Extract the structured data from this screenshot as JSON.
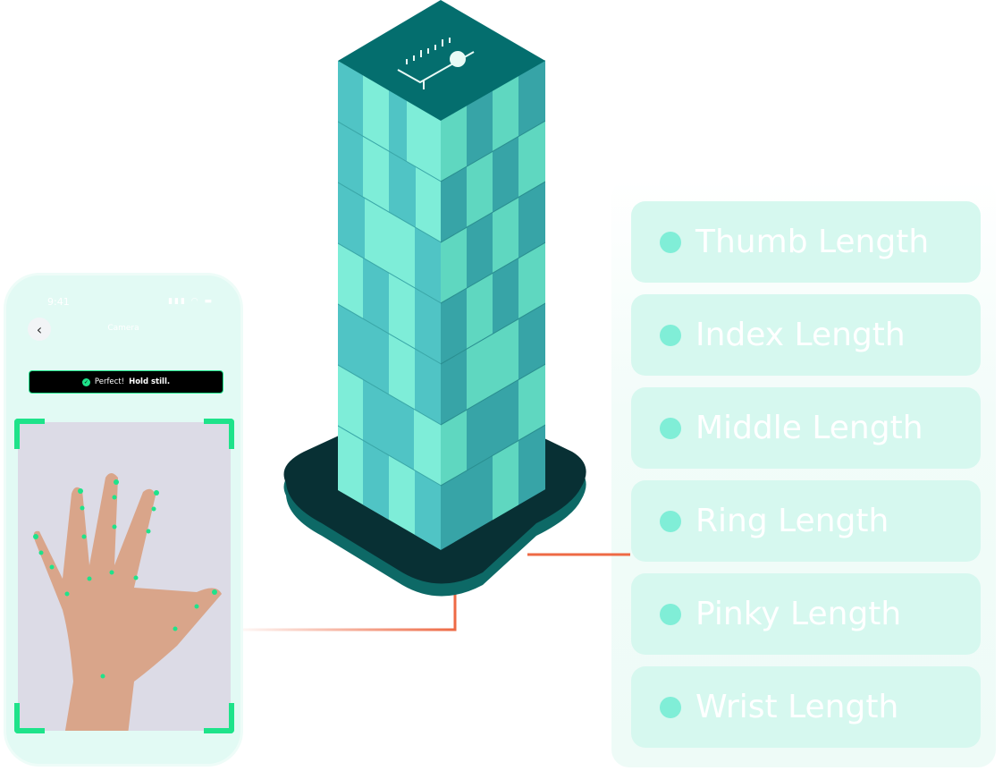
{
  "phone": {
    "status_time": "9:41",
    "nav_title": "Camera",
    "toast_prefix": "Perfect!",
    "toast_bold": "Hold still."
  },
  "measurements": [
    {
      "label": "Thumb Length"
    },
    {
      "label": "Index Length"
    },
    {
      "label": "Middle Length"
    },
    {
      "label": "Ring Length"
    },
    {
      "label": "Pinky Length"
    },
    {
      "label": "Wrist Length"
    }
  ],
  "colors": {
    "accent": "#1ee38a",
    "connector": "#ee6a45",
    "tower_top": "#046e6e",
    "tower_base": "#083034",
    "pill_bg": "#d6f8ef",
    "pill_dot": "#80eed7"
  }
}
